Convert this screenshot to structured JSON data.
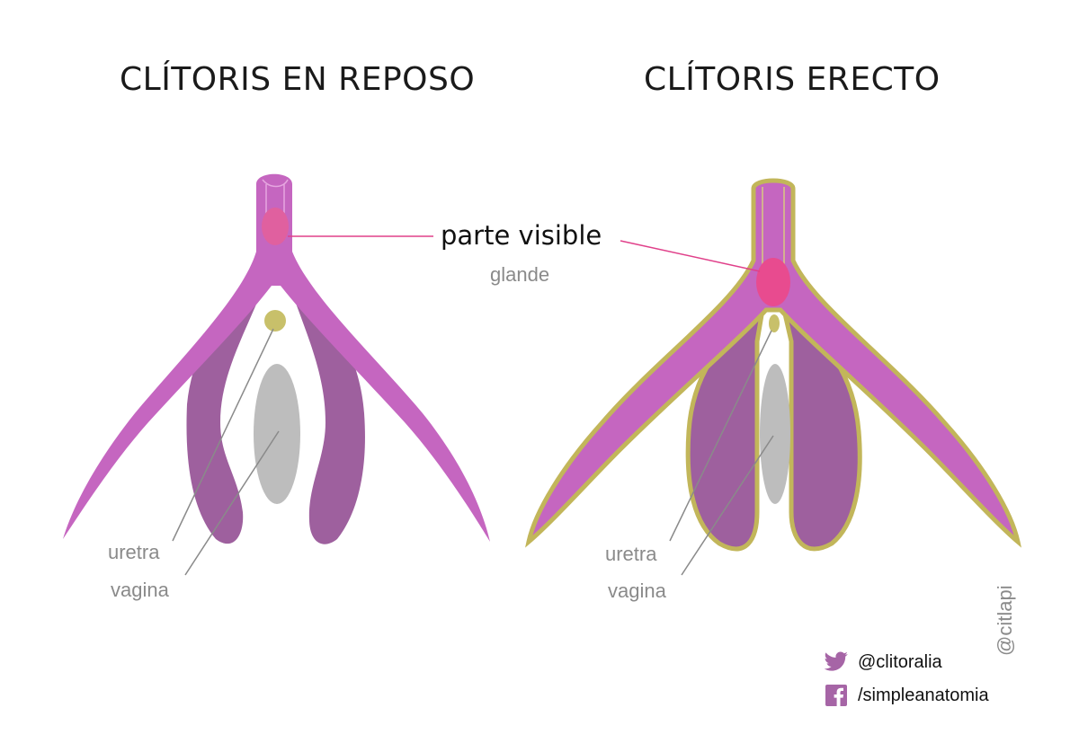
{
  "titles": {
    "left": "CLÍTORIS EN REPOSO",
    "right": "CLÍTORIS ERECTO"
  },
  "labels": {
    "visible_part": "parte visible",
    "glans": "glande",
    "urethra_left": "uretra",
    "vagina_left": "vagina",
    "urethra_right": "uretra",
    "vagina_right": "vagina"
  },
  "credit": "@citlapi",
  "social": {
    "twitter": "@clitoralia",
    "facebook": "/simpleanatomia"
  },
  "colors": {
    "crura": "#c566c0",
    "bulbs": "#9e609e",
    "glans": "#e84b8f",
    "glans_rest": "#e0609f",
    "urethra": "#c8c06a",
    "vagina": "#bdbdbd",
    "erect_outline": "#c2b65a",
    "leader_pink": "#e0408a",
    "leader_grey": "#8a8a8a",
    "brand_icon": "#a665a6"
  }
}
